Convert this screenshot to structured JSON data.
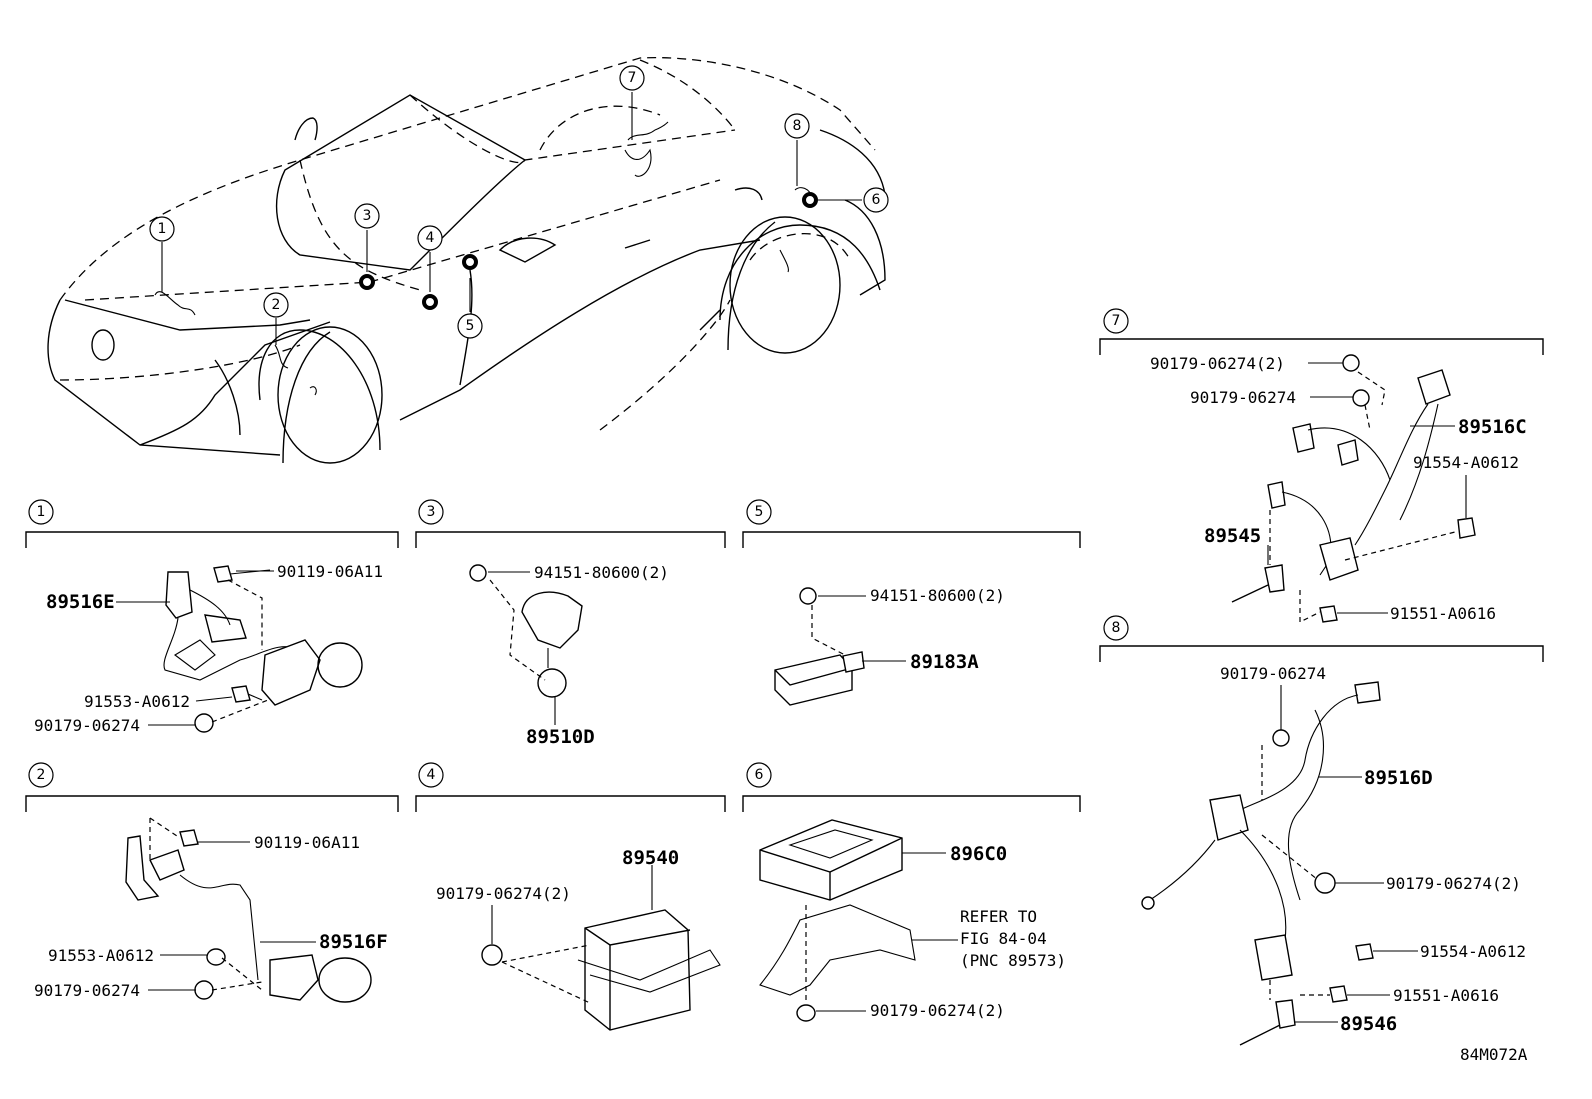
{
  "diagram_code": "84M072A",
  "car_callouts": [
    "1",
    "2",
    "3",
    "4",
    "5",
    "6",
    "7",
    "8"
  ],
  "sections": [
    {
      "id": "1",
      "parts": [
        {
          "text": "89516E"
        },
        {
          "text": "90119-06A11"
        },
        {
          "text": "91553-A0612"
        },
        {
          "text": "90179-06274"
        }
      ]
    },
    {
      "id": "2",
      "parts": [
        {
          "text": "90119-06A11"
        },
        {
          "text": "89516F"
        },
        {
          "text": "91553-A0612"
        },
        {
          "text": "90179-06274"
        }
      ]
    },
    {
      "id": "3",
      "parts": [
        {
          "text": "94151-80600(2)"
        },
        {
          "text": "89510D"
        }
      ]
    },
    {
      "id": "4",
      "parts": [
        {
          "text": "89540"
        },
        {
          "text": "90179-06274(2)"
        }
      ]
    },
    {
      "id": "5",
      "parts": [
        {
          "text": "94151-80600(2)"
        },
        {
          "text": "89183A"
        }
      ]
    },
    {
      "id": "6",
      "parts": [
        {
          "text": "896C0"
        },
        {
          "text": "90179-06274(2)"
        }
      ],
      "reference": [
        "REFER TO",
        "FIG 84-04",
        "(PNC 89573)"
      ]
    },
    {
      "id": "7",
      "parts": [
        {
          "text": "90179-06274(2)"
        },
        {
          "text": "90179-06274"
        },
        {
          "text": "89516C"
        },
        {
          "text": "91554-A0612"
        },
        {
          "text": "89545"
        },
        {
          "text": "91551-A0616"
        }
      ]
    },
    {
      "id": "8",
      "parts": [
        {
          "text": "90179-06274"
        },
        {
          "text": "89516D"
        },
        {
          "text": "90179-06274(2)"
        },
        {
          "text": "91554-A0612"
        },
        {
          "text": "91551-A0616"
        },
        {
          "text": "89546"
        }
      ]
    }
  ]
}
